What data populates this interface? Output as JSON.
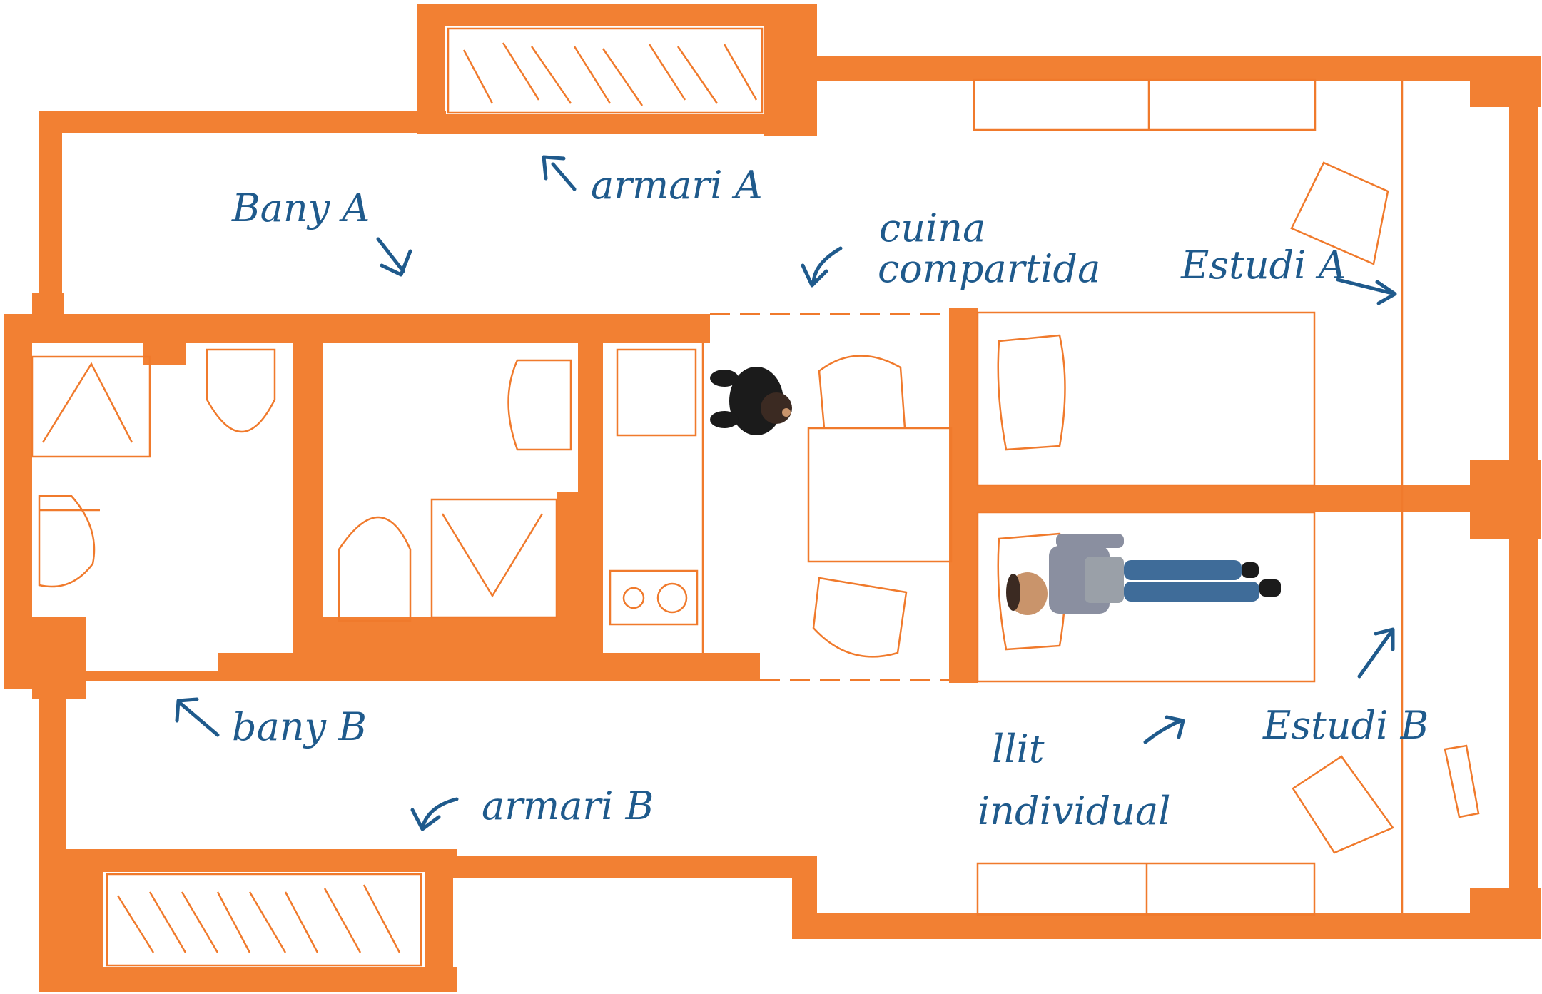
{
  "labels": {
    "armari_a": "armari A",
    "bany_a": "Bany A",
    "cuina_line1": "cuina",
    "cuina_line2": "compartida",
    "estudi_a": "Estudi A",
    "bany_b": "bany B",
    "armari_b": "armari B",
    "llit_line1": "llit",
    "llit_line2": "individual",
    "estudi_b": "Estudi B"
  },
  "colors": {
    "walls": "#f28033",
    "annotations": "#1f5a8c",
    "background": "#ffffff"
  },
  "figures": [
    "person-standing-topview",
    "person-lying-on-bed"
  ]
}
